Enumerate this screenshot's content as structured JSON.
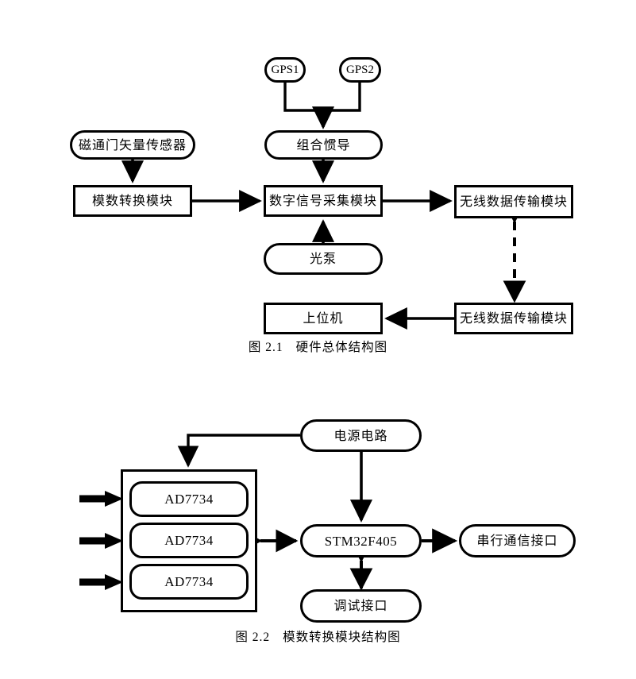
{
  "figures": [
    {
      "id": "fig-2-1",
      "caption_number": "图 2.1",
      "caption_text": "硬件总体结构图",
      "nodes": {
        "gps1": "GPS1",
        "gps2": "GPS2",
        "ins": "组合惯导",
        "fluxgate": "磁通门矢量传感器",
        "adc_module": "模数转换模块",
        "dsp_module": "数字信号采集模块",
        "optical_pump": "光泵",
        "wireless_top": "无线数据传输模块",
        "wireless_bottom": "无线数据传输模块",
        "host_computer": "上位机"
      }
    },
    {
      "id": "fig-2-2",
      "caption_number": "图 2.2",
      "caption_text": "模数转换模块结构图",
      "nodes": {
        "power_circuit": "电源电路",
        "adc_1": "AD7734",
        "adc_2": "AD7734",
        "adc_3": "AD7734",
        "mcu": "STM32F405",
        "serial_port": "串行通信接口",
        "debug_port": "调试接口"
      }
    }
  ],
  "style": {
    "line_color": "#000000",
    "fill_color": "#ffffff",
    "background": "#ffffff"
  }
}
